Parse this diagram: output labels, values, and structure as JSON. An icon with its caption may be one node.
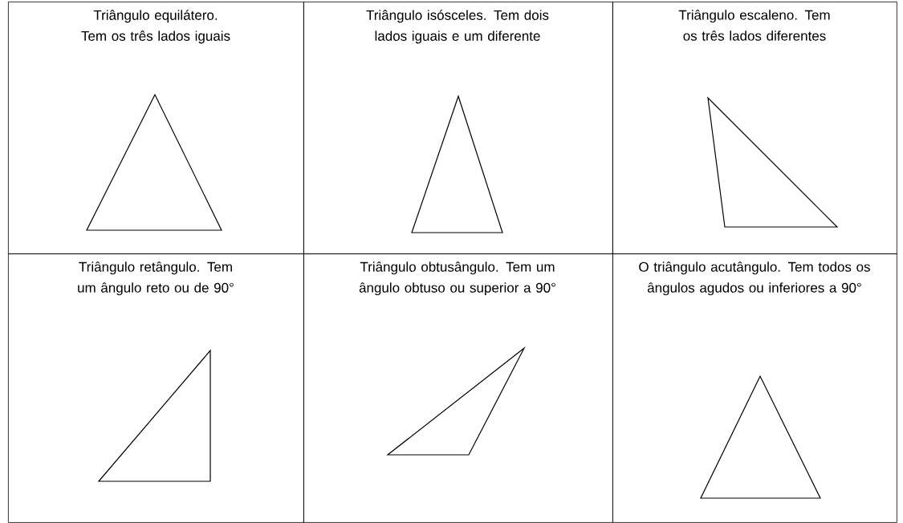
{
  "diagram": {
    "nodes": [
      {
        "text": [
          "Triângulo equilátero. Tem os três lados iguais"
        ]
      },
      {
        "text": [
          "Triângulo isósceles. Tem dois lados iguais e um diferente"
        ]
      },
      {
        "text": [
          "Triângulo escaleno. Tem os três lados diferentes"
        ]
      },
      {
        "text": [
          "Triângulo retângulo. Tem um ângulo reto ou de 90°"
        ]
      },
      {
        "text": [
          "Triângulo obtusângulo. Tem um ângulo obtuso ou superior a 90°"
        ]
      },
      {
        "text": [
          "O triângulo acutângulo. Tem todos os ângulos agudos ou inferiores a 90°"
        ]
      }
    ]
  }
}
